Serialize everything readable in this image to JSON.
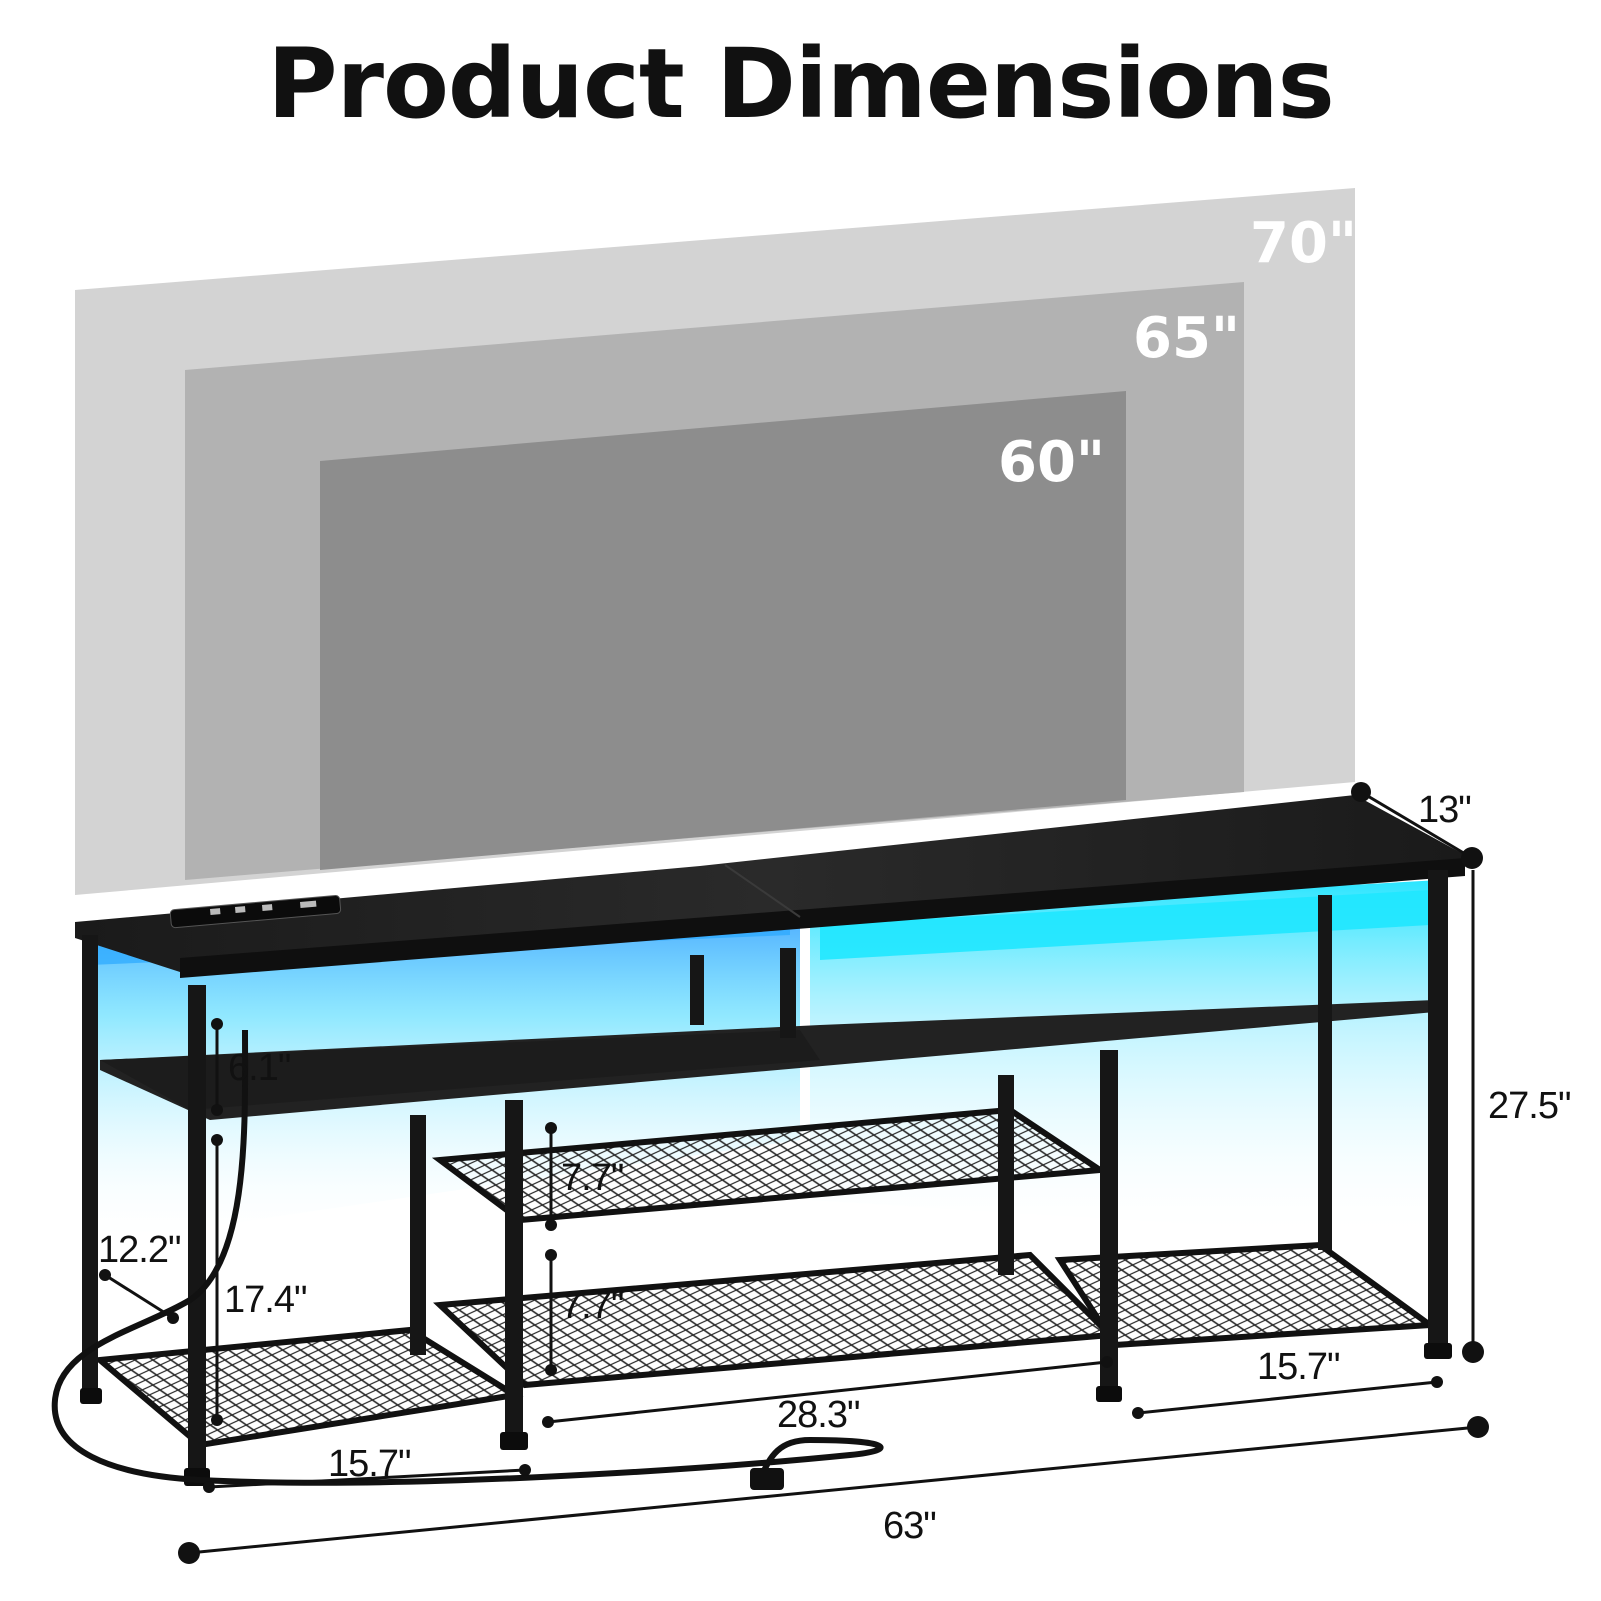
{
  "title": "Product Dimensions",
  "tv_sizes": [
    "70\"",
    "65\"",
    "60\""
  ],
  "dimensions": {
    "depth": "13\"",
    "height": "27.5\"",
    "top_shelf_height": "6.1\"",
    "middle_upper_gap": "7.7\"",
    "middle_lower_gap": "7.7\"",
    "side_depth": "12.2\"",
    "left_open_height": "17.4\"",
    "left_width": "15.7\"",
    "middle_width": "28.3\"",
    "right_width": "15.7\"",
    "total_width": "63\""
  },
  "colors": {
    "tv_70": "#d3d3d3",
    "tv_65": "#b0b0b0",
    "tv_60": "#8c8c8c",
    "wood": "#1e1e1e",
    "led": "#25c8ff",
    "frame": "#151515"
  }
}
